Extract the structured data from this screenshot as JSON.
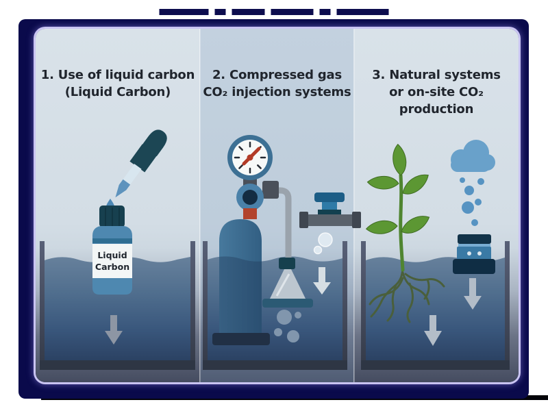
{
  "page": {
    "cropped_title_visible": true,
    "description_note": "three-panel CO2 dosing infographic"
  },
  "panels": {
    "p1": {
      "heading": "1. Use of liquid carbon\n(Liquid Carbon)",
      "bottle_label": "Liquid\nCarbon"
    },
    "p2": {
      "heading": "2. Compressed gas\nCO₂ injection systems"
    },
    "p3": {
      "heading": "3. Natural systems\nor on-site CO₂\nproduction"
    }
  },
  "icons": [
    "dropper-icon",
    "liquid-drop-icon",
    "bottle-icon",
    "water-tank-icon",
    "down-arrow-icon",
    "pressure-gauge-icon",
    "valve-knob-icon",
    "gas-cylinder-icon",
    "pipe-icon",
    "t-valve-icon",
    "diffuser-funnel-icon",
    "bubble-icon",
    "plant-icon",
    "roots-icon",
    "cloud-icon",
    "co2-dots-icon",
    "inline-diffuser-icon"
  ],
  "colors": {
    "frame_navy": "#0a0a4b",
    "edge_lavender": "#c9c4f2",
    "panel_bg": "#d9e2e9",
    "water_deep": "#33496b",
    "water_top": "#87a4bf",
    "tank_wall": "#3a4150",
    "cylinder_blue": "#3c7095",
    "gauge_red": "#b23b27",
    "leaf_green": "#5c9733",
    "root_olive": "#64782a",
    "cloud_blue": "#69a1ca",
    "arrow_gray": "#8d96a4"
  }
}
